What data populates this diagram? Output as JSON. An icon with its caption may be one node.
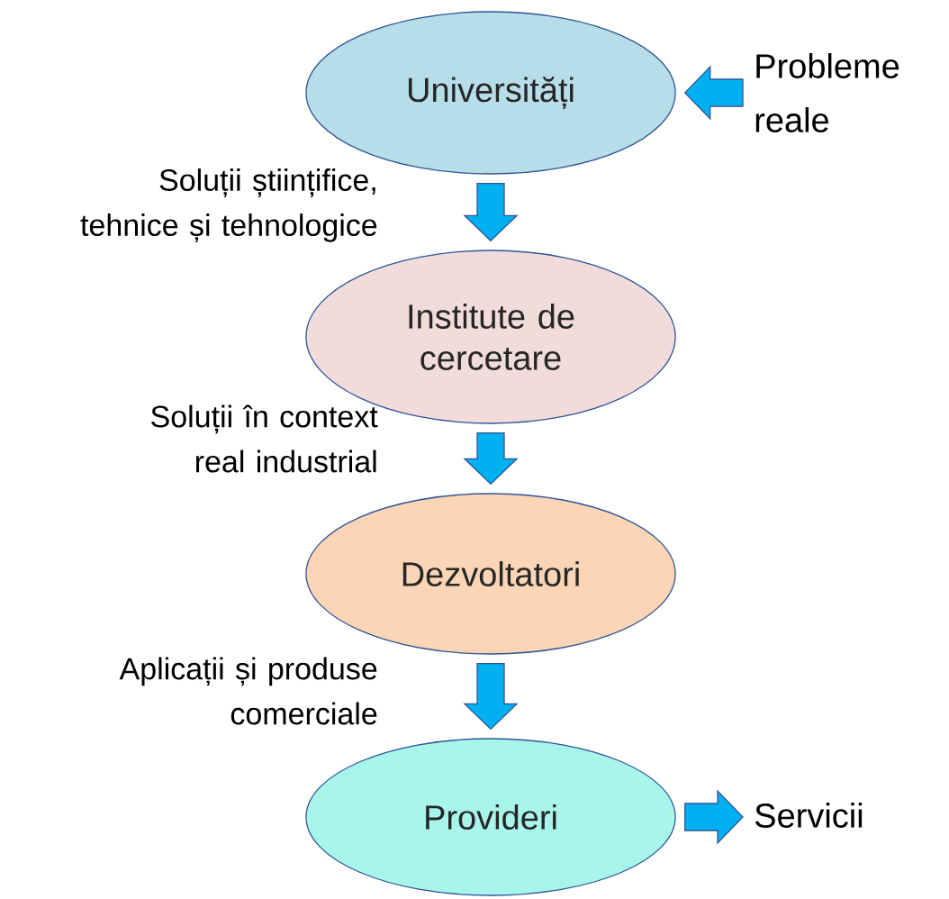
{
  "diagram": {
    "nodes": [
      {
        "text": [
          "Universități"
        ]
      },
      {
        "text": [
          "Institute de cercetare"
        ]
      },
      {
        "text": [
          "Dezvoltatori"
        ]
      },
      {
        "text": [
          "Provideri"
        ]
      },
      {
        "text": [
          "Probleme reale"
        ]
      },
      {
        "text": [
          "Servicii"
        ]
      }
    ],
    "edges": [
      {
        "from": 4,
        "to": 0,
        "arrow": "to"
      },
      {
        "from": 0,
        "to": 1,
        "arrow": "to",
        "label": "Soluții științifice, tehnice și tehnologice"
      },
      {
        "from": 1,
        "to": 2,
        "arrow": "to",
        "label": "Soluții în context real industrial"
      },
      {
        "from": 2,
        "to": 3,
        "arrow": "to",
        "label": "Aplicații și produse comerciale"
      },
      {
        "from": 3,
        "to": 5,
        "arrow": "to"
      }
    ]
  }
}
